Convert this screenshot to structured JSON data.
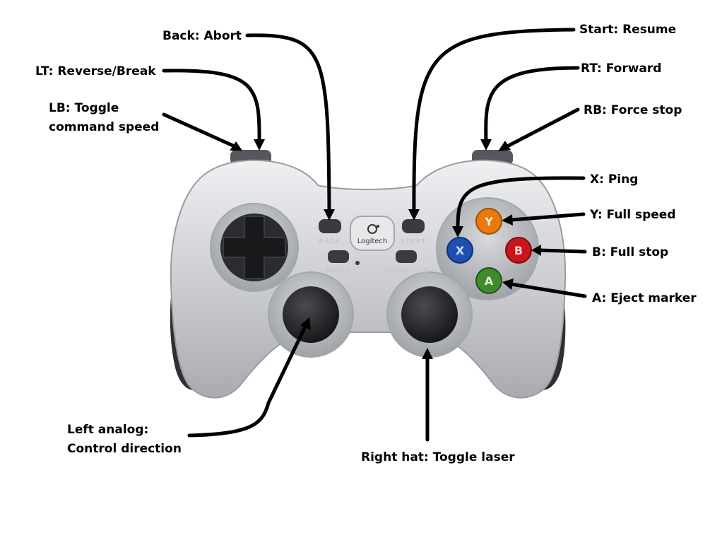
{
  "labels": {
    "back": "Back: Abort",
    "start": "Start: Resume",
    "lt": "LT: Reverse/Break",
    "rt": "RT: Forward",
    "lb_line1": "LB: Toggle",
    "lb_line2": "command speed",
    "rb": "RB: Force stop",
    "x": "X: Ping",
    "y": "Y: Full speed",
    "b": "B: Full stop",
    "a": "A: Eject marker",
    "left_analog_line1": "Left analog:",
    "left_analog_line2": "Control direction",
    "right_hat": "Right hat: Toggle laser"
  },
  "controller": {
    "brand": "Logitech",
    "back_caption": "BACK",
    "start_caption": "START",
    "mode_caption": "MODE",
    "vibration_caption": "VIBRATION",
    "face_buttons": {
      "x": {
        "letter": "X",
        "color": "#1f4fb0"
      },
      "y": {
        "letter": "Y",
        "color": "#e87a10"
      },
      "b": {
        "letter": "B",
        "color": "#c8161c"
      },
      "a": {
        "letter": "A",
        "color": "#3f8a2e"
      }
    },
    "body_color": "#c9cbcf",
    "grip_color": "#2e2f33"
  }
}
